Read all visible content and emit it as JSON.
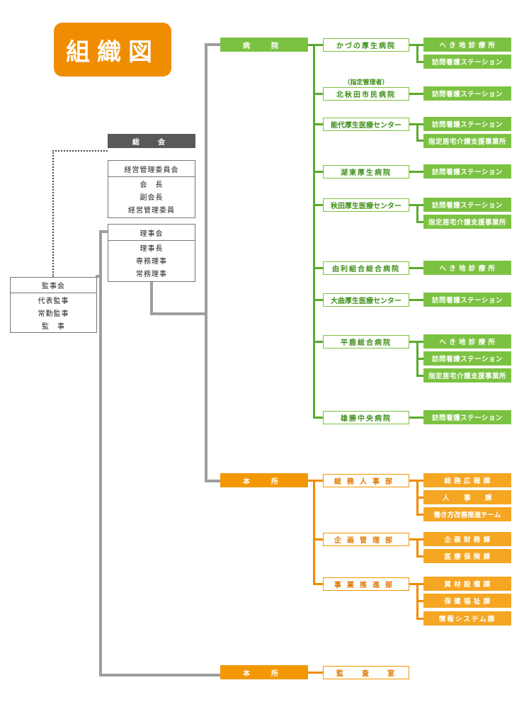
{
  "title": "組織図",
  "general_meeting": "総　会",
  "management_committee": {
    "head": "経営管理委員会",
    "members": [
      "会　長",
      "副会長",
      "経営管理委員"
    ]
  },
  "board": {
    "head": "理事会",
    "members": [
      "理事長",
      "専務理事",
      "常務理事"
    ]
  },
  "auditors": {
    "head": "監事会",
    "members": [
      "代表監事",
      "常勤監事",
      "監　事"
    ]
  },
  "hospitals_header": "病　院",
  "hospitals": [
    {
      "name": "かづの厚生病院",
      "children": [
        "へ き 地 診 療 所",
        "訪問看護ステーション"
      ]
    },
    {
      "note": "（指定管理者）",
      "name": "北秋田市民病院",
      "children": [
        "訪問看護ステーション"
      ]
    },
    {
      "name": "能代厚生医療センター",
      "children": [
        "訪問看護ステーション",
        "指定居宅介護支援事業所"
      ]
    },
    {
      "name": "湖東厚生病院",
      "children": [
        "訪問看護ステーション"
      ]
    },
    {
      "name": "秋田厚生医療センター",
      "children": [
        "訪問看護ステーション",
        "指定居宅介護支援事業所"
      ]
    },
    {
      "name": "由利組合総合病院",
      "children": [
        "へ き 地 診 療 所"
      ]
    },
    {
      "name": "大曲厚生医療センター",
      "children": [
        "訪問看護ステーション"
      ]
    },
    {
      "name": "平鹿総合病院",
      "children": [
        "へ き 地 診 療 所",
        "訪問看護ステーション",
        "指定居宅介護支援事業所"
      ]
    },
    {
      "name": "雄勝中央病院",
      "children": [
        "訪問看護ステーション"
      ]
    }
  ],
  "head_office_header": "本　所",
  "departments": [
    {
      "name": "総務人事部",
      "children": [
        "総 務 広 報 課",
        "人　　事　　課",
        "働き方改善推進チーム"
      ]
    },
    {
      "name": "企画管理部",
      "children": [
        "企 画 財 務 課",
        "医 療 保 険 課"
      ]
    },
    {
      "name": "事業推進部",
      "children": [
        "資 材 設 備 課",
        "保 健 福 祉 課",
        "情報システム課"
      ]
    }
  ],
  "audit_header": "本　所",
  "audit_office": "監　　査　　室"
}
